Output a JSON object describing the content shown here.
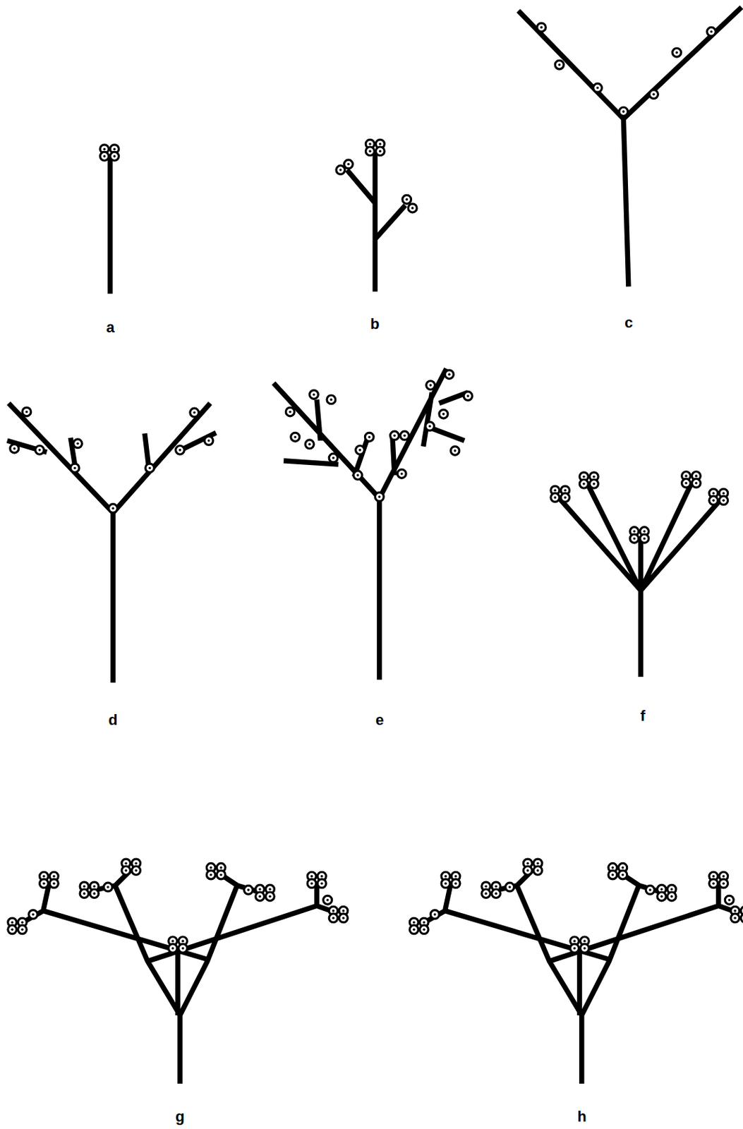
{
  "diagram": {
    "labels": [
      "a",
      "b",
      "c",
      "d",
      "e",
      "f",
      "g",
      "h"
    ]
  }
}
